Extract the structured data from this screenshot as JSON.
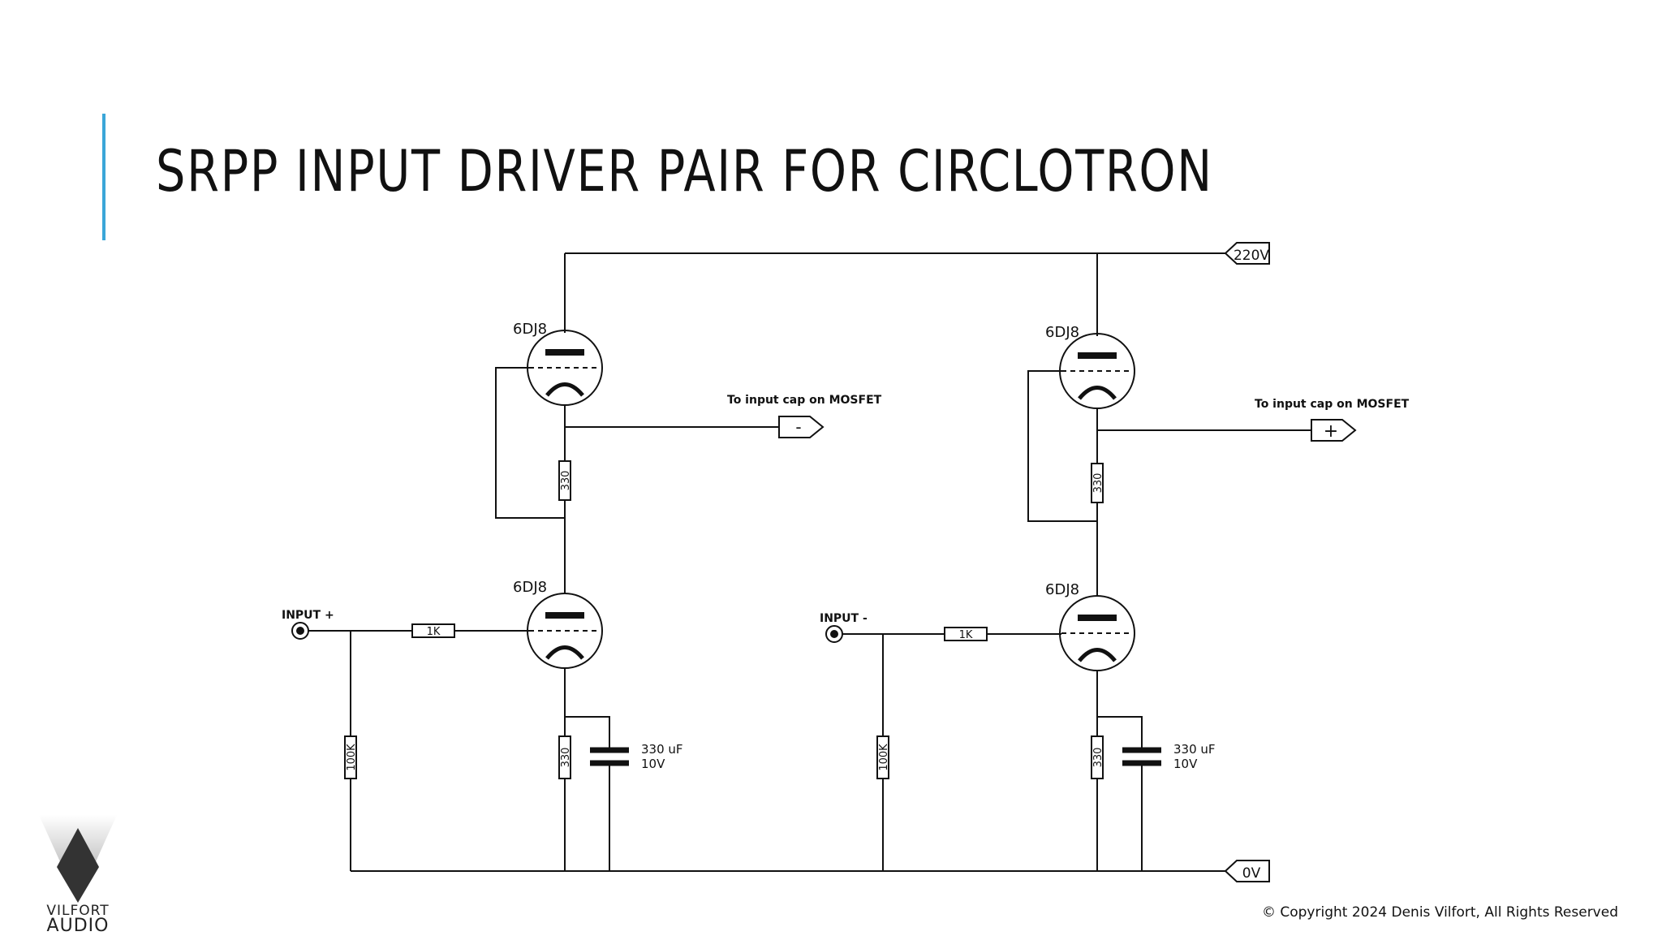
{
  "title": "SRPP INPUT DRIVER PAIR FOR CIRCLOTRON",
  "colors": {
    "accent": "#3aa6d8",
    "line": "#111111"
  },
  "rails": {
    "supply": "220V",
    "ground": "0V"
  },
  "left_channel": {
    "upper_tube": "6DJ8",
    "lower_tube": "6DJ8",
    "output_note": "To input cap on MOSFET",
    "output_symbol": "-",
    "input_label": "INPUT +",
    "grid_resistor": "1K",
    "grid_leak": "100K",
    "plate_resistor": "330",
    "cathode_resistor": "330",
    "bypass_cap_value": "330 uF",
    "bypass_cap_voltage": "10V"
  },
  "right_channel": {
    "upper_tube": "6DJ8",
    "lower_tube": "6DJ8",
    "output_note": "To input cap on MOSFET",
    "output_symbol": "+",
    "input_label": "INPUT -",
    "grid_resistor": "1K",
    "grid_leak": "100K",
    "plate_resistor": "330",
    "cathode_resistor": "330",
    "bypass_cap_value": "330 uF",
    "bypass_cap_voltage": "10V"
  },
  "logo": {
    "line1": "VILFORT",
    "line2": "AUDIO",
    "icon": "vilfort-logo-icon"
  },
  "copyright": "© Copyright 2024 Denis Vilfort, All Rights Reserved"
}
